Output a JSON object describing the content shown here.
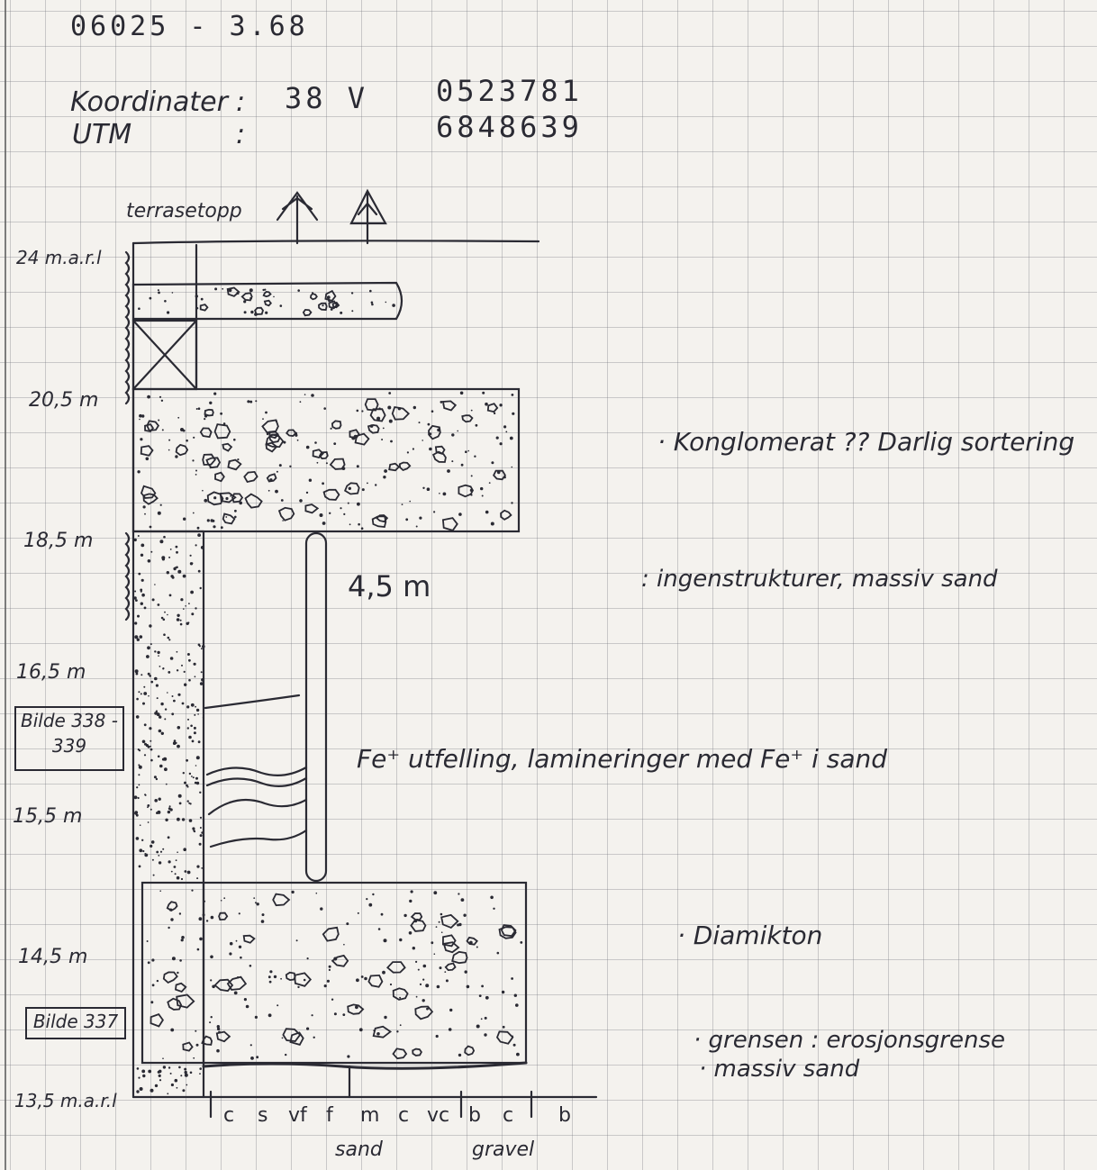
{
  "header": {
    "title": "06025 - 3.68",
    "coord_label": "Koordinater",
    "utm_label": "UTM",
    "colon1": ":",
    "colon2": ":",
    "zone": "38 V",
    "easting": "0523781",
    "northing": "6848639"
  },
  "top": {
    "terrace_label": "terrasetopp"
  },
  "elevations": {
    "e24": "24 m.a.r.l",
    "e20_5": "20,5 m",
    "e18_5": "18,5 m",
    "e16_5": "16,5 m",
    "e15_5": "15,5 m",
    "e14_5": "14,5 m",
    "e13_5": "13,5 m.a.r.l"
  },
  "photo_refs": {
    "bilde1": "Bilde 338 - 339",
    "bilde2": "Bilde 337"
  },
  "thickness": "4,5 m",
  "notes": {
    "n1": "· Konglomerat ?? Darlig sortering",
    "n2": ": ingenstrukturer, massiv sand",
    "n3": "Fe⁺ utfelling, lamineringer med Fe⁺ i sand",
    "n4": "· Diamikton",
    "n5": "· grensen : erosjonsgrense",
    "n6": "· massiv sand"
  },
  "grain_axis": {
    "ticks": [
      "c",
      "s",
      "vf",
      "f",
      "m",
      "c",
      "vc",
      "b",
      "c",
      "b"
    ],
    "sand_label": "sand",
    "gravel_label": "gravel"
  },
  "colors": {
    "ink": "#2a2a33",
    "grid": "#8a8a96",
    "paper": "#f4f2ee"
  }
}
